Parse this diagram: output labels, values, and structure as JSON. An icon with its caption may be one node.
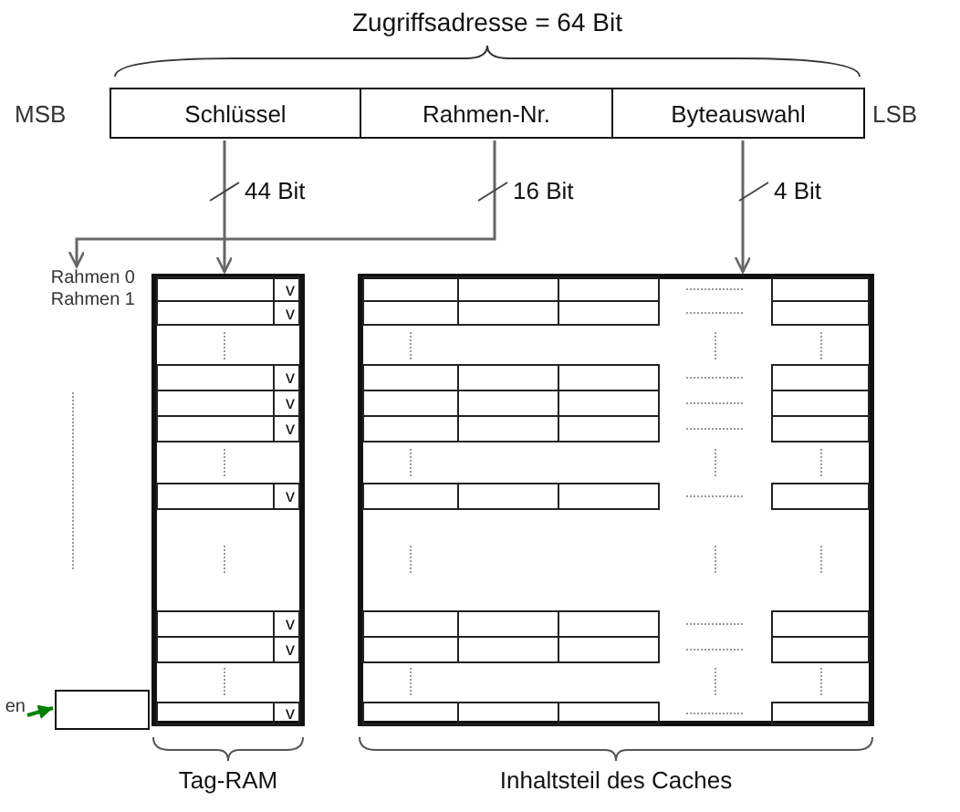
{
  "diagram": {
    "title": "Zugriffsadresse = 64 Bit",
    "nodes": [
      {
        "text": [
          "Schlüssel"
        ]
      },
      {
        "text": [
          "Rahmen-Nr."
        ]
      },
      {
        "text": [
          "Byteauswahl"
        ]
      },
      {
        "text": [
          "Tag-RAM"
        ]
      },
      {
        "text": [
          "Inhaltsteil des Caches"
        ]
      },
      {
        "text": [
          "Rahmen 0"
        ]
      },
      {
        "text": [],
        "shape": "box"
      },
      {
        "text": [
          "en"
        ]
      }
    ],
    "edges": [
      {
        "from": 0,
        "to": 3,
        "arrow": "to",
        "label": "44 Bit"
      },
      {
        "from": 1,
        "to": 5,
        "arrow": "to",
        "label": "16 Bit"
      },
      {
        "from": 2,
        "to": 4,
        "arrow": "to",
        "label": "4 Bit"
      },
      {
        "from": 7,
        "to": 6,
        "arrow": "to",
        "color": "#008000"
      }
    ],
    "labels": [
      "MSB",
      "LSB",
      "Rahmen 1",
      "v",
      "v",
      "v",
      "v",
      "v",
      "v",
      "v",
      "v",
      "v"
    ]
  }
}
